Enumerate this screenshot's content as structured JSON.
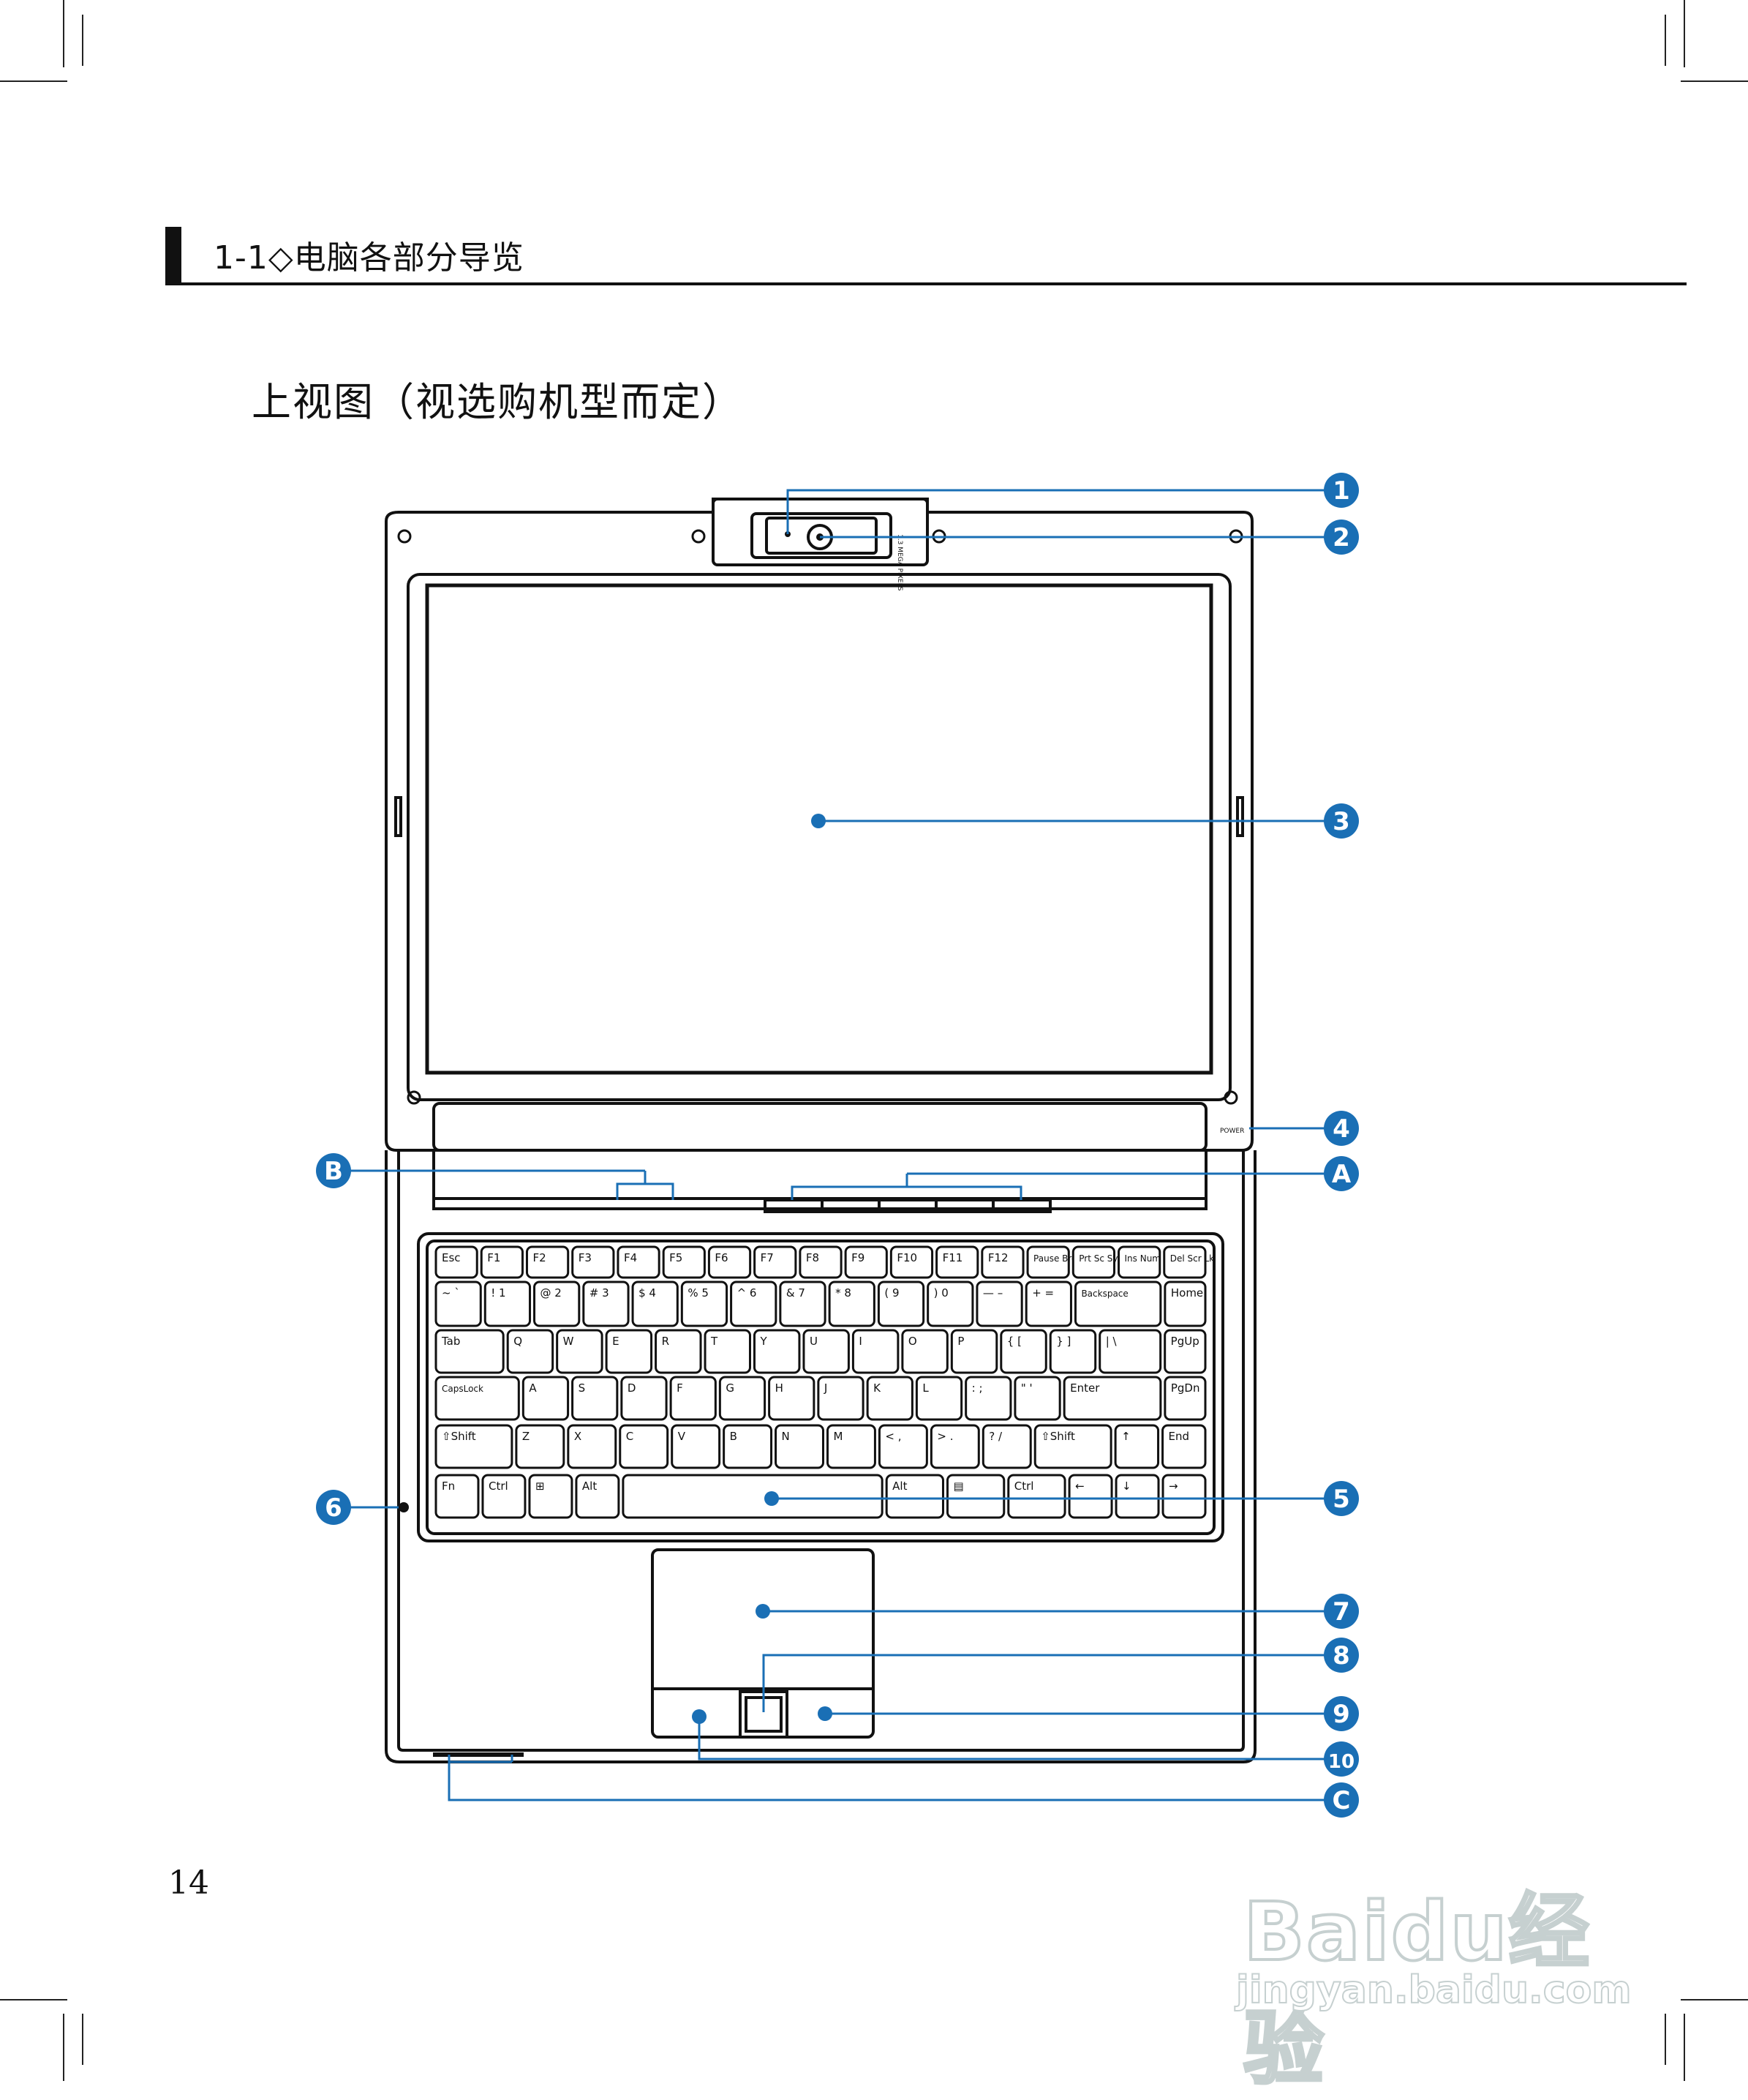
{
  "header": {
    "section_title": "1-1◇电脑各部分导览"
  },
  "figure": {
    "title": "上视图（视选购机型而定）",
    "camera_resolution": "1.3 MEGA PIXELS",
    "power_label": "POWER",
    "callouts": [
      "1",
      "2",
      "3",
      "4",
      "A",
      "B",
      "5",
      "6",
      "7",
      "8",
      "9",
      "10",
      "C"
    ],
    "keyboard": {
      "rows": [
        [
          "Esc",
          "F1",
          "F2",
          "F3",
          "F4",
          "F5",
          "F6",
          "F7",
          "F8",
          "F9",
          "F10",
          "F11",
          "F12",
          "Pause Break",
          "Prt Sc Sys Rq",
          "Ins Num Lk",
          "Del Scr Lk"
        ],
        [
          "~ `",
          "! 1",
          "@ 2",
          "# 3",
          "$ 4",
          "% 5",
          "^ 6",
          "& 7",
          "* 8",
          "( 9",
          ") 0",
          "— –",
          "+ =",
          "Backspace",
          "Home"
        ],
        [
          "Tab",
          "Q",
          "W",
          "E",
          "R",
          "T",
          "Y",
          "U",
          "I",
          "O",
          "P",
          "{ [",
          "} ]",
          "| \\",
          "PgUp"
        ],
        [
          "CapsLock",
          "A",
          "S",
          "D",
          "F",
          "G",
          "H",
          "J",
          "K",
          "L",
          ": ;",
          "\" '",
          "Enter",
          "PgDn"
        ],
        [
          "⇧Shift",
          "Z",
          "X",
          "C",
          "V",
          "B",
          "N",
          "M",
          "< ,",
          "> .",
          "? /",
          "⇧Shift",
          "↑",
          "End"
        ],
        [
          "Fn",
          "Ctrl",
          "⊞",
          "Alt",
          "",
          "Alt",
          "▤",
          "Ctrl",
          "←",
          "↓",
          "→"
        ]
      ]
    }
  },
  "page_number": "14",
  "watermark": {
    "brand": "Baidu经验",
    "url": "jingyan.baidu.com"
  }
}
